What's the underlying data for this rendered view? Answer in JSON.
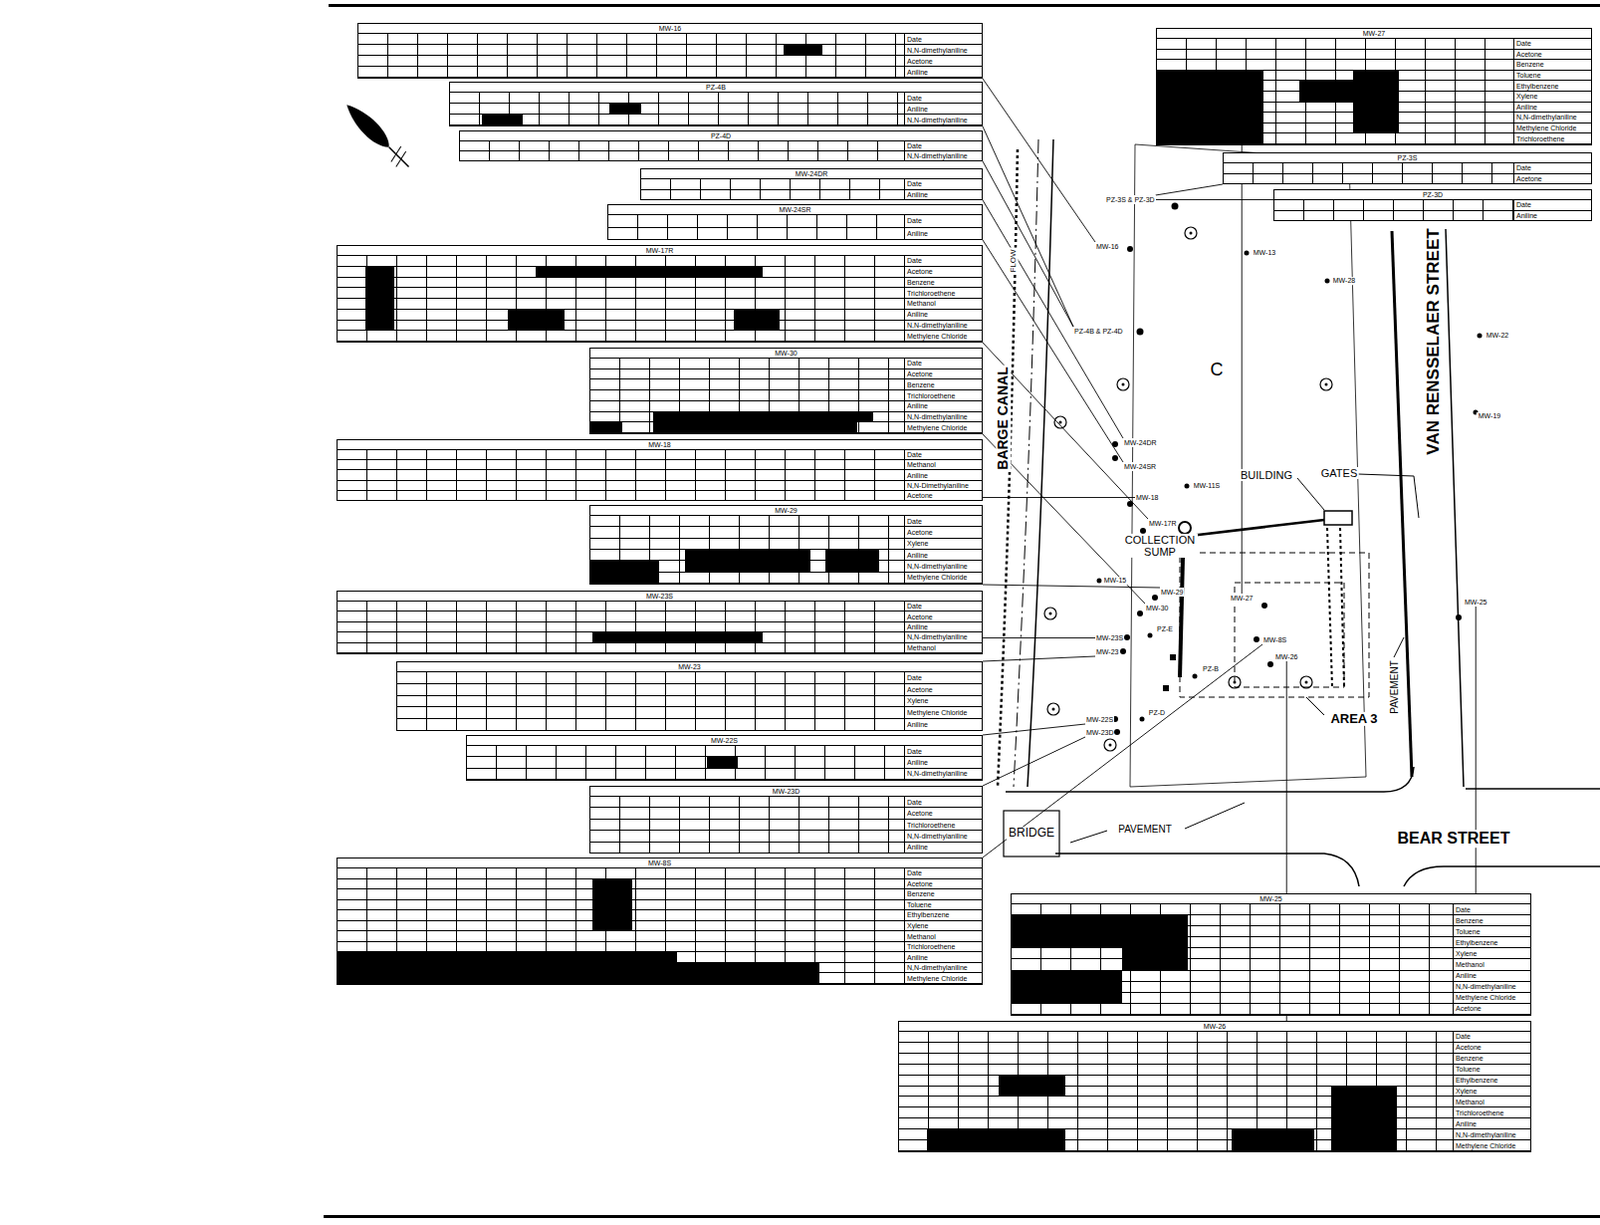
{
  "diagram": {
    "nodes": [
      {
        "text": [
          "MW-16",
          "Date",
          "N,N-dimethylaniline",
          "Acetone",
          "Aniline"
        ]
      },
      {
        "text": [
          "PZ-4B",
          "Date",
          "Aniline",
          "N,N-dimethylaniline"
        ]
      },
      {
        "text": [
          "PZ-4D",
          "Date",
          "N,N-dimethylaniline"
        ]
      },
      {
        "text": [
          "MW-24DR",
          "Date",
          "Aniline"
        ]
      },
      {
        "text": [
          "MW-24SR",
          "Date",
          "Aniline"
        ]
      },
      {
        "text": [
          "MW-17R",
          "Date",
          "Acetone",
          "Benzene",
          "Trichloroethene",
          "Methanol",
          "Aniline",
          "N,N-dimethylaniline",
          "Methylene Chloride"
        ]
      },
      {
        "text": [
          "MW-30",
          "Date",
          "Acetone",
          "Benzene",
          "Trichloroethene",
          "Aniline",
          "N,N-dimethylaniline",
          "Methylene Chloride"
        ]
      },
      {
        "text": [
          "MW-18",
          "Date",
          "Methanol",
          "Aniline",
          "N,N-Dimethylaniline",
          "Acetone"
        ]
      },
      {
        "text": [
          "MW-29",
          "Date",
          "Acetone",
          "Xylene",
          "Aniline",
          "N,N-dimethylaniline",
          "Methylene Chloride"
        ]
      },
      {
        "text": [
          "MW-23S",
          "Date",
          "Acetone",
          "Aniline",
          "N,N-dimethylaniline",
          "Methanol"
        ]
      },
      {
        "text": [
          "MW-23",
          "Date",
          "Acetone",
          "Xylene",
          "Methylene Chloride",
          "Aniline"
        ]
      },
      {
        "text": [
          "MW-22S",
          "Date",
          "Aniline",
          "N,N-dimethylaniline"
        ]
      },
      {
        "text": [
          "MW-23D",
          "Date",
          "Acetone",
          "Trichloroethene",
          "N,N-dimethylaniline",
          "Aniline"
        ]
      },
      {
        "text": [
          "MW-8S",
          "Date",
          "Acetone",
          "Benzene",
          "Toluene",
          "Ethylbenzene",
          "Xylene",
          "Methanol",
          "Trichloroethene",
          "Aniline",
          "N,N-dimethylaniline",
          "Methylene Chloride"
        ]
      },
      {
        "text": [
          "MW-27",
          "Date",
          "Acetone",
          "Benzene",
          "Toluene",
          "Ethylbenzene",
          "Xylene",
          "Aniline",
          "N,N-dimethylaniline",
          "Methylene Chloride",
          "Trichloroethene"
        ]
      },
      {
        "text": [
          "PZ-3S",
          "Date",
          "Acetone"
        ]
      },
      {
        "text": [
          "PZ-3D",
          "Date",
          "Aniline"
        ]
      },
      {
        "text": [
          "MW-25",
          "Date",
          "Benzene",
          "Toluene",
          "Ethylbenzene",
          "Xylene",
          "Methanol",
          "Aniline",
          "N,N-dimethylaniline",
          "Methylene Chloride",
          "Acetone"
        ]
      },
      {
        "text": [
          "MW-26",
          "Date",
          "Acetone",
          "Benzene",
          "Toluene",
          "Ethylbenzene",
          "Xylene",
          "Methanol",
          "Trichloroethene",
          "Aniline",
          "N,N-dimethylaniline",
          "Methylene Chloride"
        ]
      },
      {
        "text": [
          "MW-16"
        ]
      },
      {
        "text": [
          "PZ-4B & PZ-4D"
        ]
      },
      {
        "text": [
          "MW-24DR"
        ]
      },
      {
        "text": [
          "MW-24SR"
        ]
      },
      {
        "text": [
          "MW-17R"
        ]
      },
      {
        "text": [
          "MW-30"
        ]
      },
      {
        "text": [
          "MW-18"
        ]
      },
      {
        "text": [
          "MW-29"
        ]
      },
      {
        "text": [
          "MW-23S"
        ]
      },
      {
        "text": [
          "MW-23"
        ]
      },
      {
        "text": [
          "MW-22S"
        ]
      },
      {
        "text": [
          "MW-23D"
        ]
      },
      {
        "text": [
          "MW-8S"
        ]
      },
      {
        "text": [
          "MW-27"
        ]
      },
      {
        "text": [
          "PZ-3S & PZ-3D"
        ]
      },
      {
        "text": [
          "MW-25"
        ]
      },
      {
        "text": [
          "MW-26"
        ]
      }
    ],
    "edges": [
      {
        "from": 0,
        "to": 19,
        "arrow": "none"
      },
      {
        "from": 1,
        "to": 20,
        "arrow": "none"
      },
      {
        "from": 2,
        "to": 20,
        "arrow": "none"
      },
      {
        "from": 3,
        "to": 21,
        "arrow": "none"
      },
      {
        "from": 4,
        "to": 22,
        "arrow": "none"
      },
      {
        "from": 5,
        "to": 23,
        "arrow": "none"
      },
      {
        "from": 6,
        "to": 24,
        "arrow": "none"
      },
      {
        "from": 7,
        "to": 25,
        "arrow": "none"
      },
      {
        "from": 8,
        "to": 26,
        "arrow": "none"
      },
      {
        "from": 9,
        "to": 27,
        "arrow": "none"
      },
      {
        "from": 10,
        "to": 28,
        "arrow": "none"
      },
      {
        "from": 11,
        "to": 29,
        "arrow": "none"
      },
      {
        "from": 12,
        "to": 30,
        "arrow": "none"
      },
      {
        "from": 13,
        "to": 31,
        "arrow": "none"
      },
      {
        "from": 14,
        "to": 32,
        "arrow": "none"
      },
      {
        "from": 15,
        "to": 33,
        "arrow": "none"
      },
      {
        "from": 16,
        "to": 33,
        "arrow": "none"
      },
      {
        "from": 17,
        "to": 34,
        "arrow": "none"
      },
      {
        "from": 18,
        "to": 35,
        "arrow": "none"
      }
    ],
    "labels": [
      "VAN RENSSELAER STREET",
      "BEAR STREET",
      "BARGE CANAL",
      "BRIDGE",
      "PAVEMENT",
      "PAVEMENT",
      "BUILDING",
      "GATES",
      "COLLECTION SUMP",
      "AREA 3",
      "FLOW",
      "C",
      "MW-13",
      "MW-11S",
      "MW-15",
      "MW-22",
      "MW-19",
      "MW-28",
      "PZ-E",
      "PZ-D",
      "PZ-B"
    ]
  }
}
